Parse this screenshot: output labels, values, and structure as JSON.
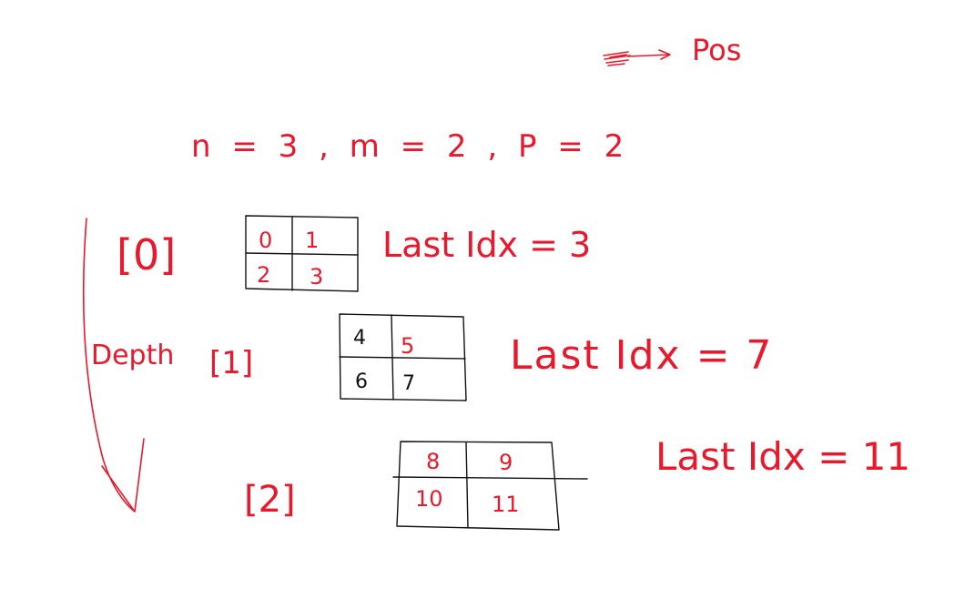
{
  "pos_note": "Pos",
  "params": "n = 3 , m = 2 , P = 2",
  "depth_label": "Depth",
  "grids": [
    {
      "index_label": "[0]",
      "cells": [
        "0",
        "1",
        "2",
        "3"
      ],
      "last_idx": "Last Idx = 3"
    },
    {
      "index_label": "[1]",
      "cells": [
        "4",
        "5",
        "6",
        "7"
      ],
      "last_idx": "Last Idx = 7"
    },
    {
      "index_label": "[2]",
      "cells": [
        "8",
        "9",
        "10",
        "11"
      ],
      "last_idx": "Last Idx = 11"
    }
  ],
  "colors": {
    "ink_red": "#e8192c",
    "ink_black": "#111111",
    "background": "#ffffff"
  }
}
